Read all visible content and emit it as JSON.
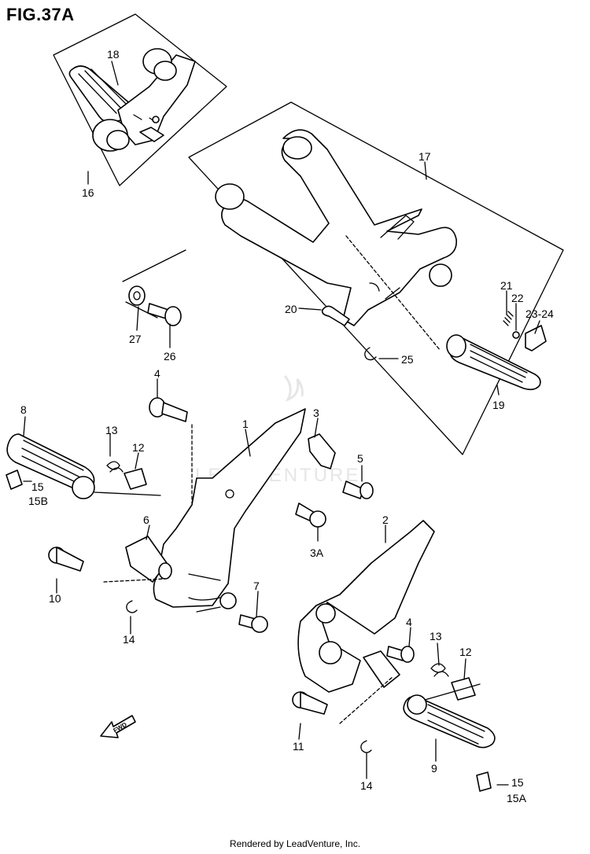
{
  "figure": {
    "title": "FIG.37A",
    "footer": "Rendered by LeadVenture, Inc.",
    "watermark": "LEADVENTURE",
    "fwd_label": "FWD"
  },
  "callouts": {
    "c1": "1",
    "c2": "2",
    "c3": "3",
    "c3a": "3A",
    "c4a": "4",
    "c4b": "4",
    "c5": "5",
    "c6": "6",
    "c7": "7",
    "c8": "8",
    "c9": "9",
    "c10": "10",
    "c11": "11",
    "c12a": "12",
    "c12b": "12",
    "c13a": "13",
    "c13b": "13",
    "c14a": "14",
    "c14b": "14",
    "c15a": "15",
    "c15a2": "15A",
    "c15b": "15",
    "c15b2": "15B",
    "c16": "16",
    "c17": "17",
    "c18": "18",
    "c19": "19",
    "c20": "20",
    "c21": "21",
    "c22": "22",
    "c2324": "23-24",
    "c25": "25",
    "c26": "26",
    "c27": "27"
  }
}
